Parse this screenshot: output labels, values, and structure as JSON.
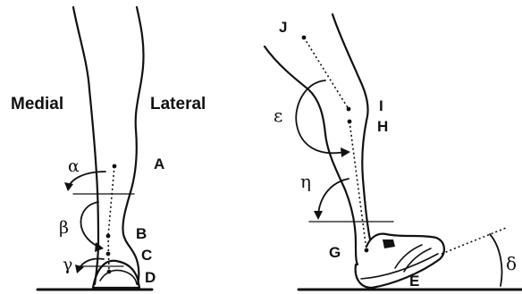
{
  "rear_view": {
    "side_labels": {
      "medial": "Medial",
      "lateral": "Lateral"
    },
    "point_labels": {
      "A": "A",
      "B": "B",
      "C": "C",
      "D": "D"
    },
    "angle_labels": {
      "alpha": "α",
      "beta": "β",
      "gamma": "γ"
    }
  },
  "side_view": {
    "point_labels": {
      "J": "J",
      "I": "I",
      "H": "H",
      "G": "G",
      "E": "E"
    },
    "angle_labels": {
      "epsilon": "ε",
      "eta": "η",
      "delta": "δ"
    }
  }
}
